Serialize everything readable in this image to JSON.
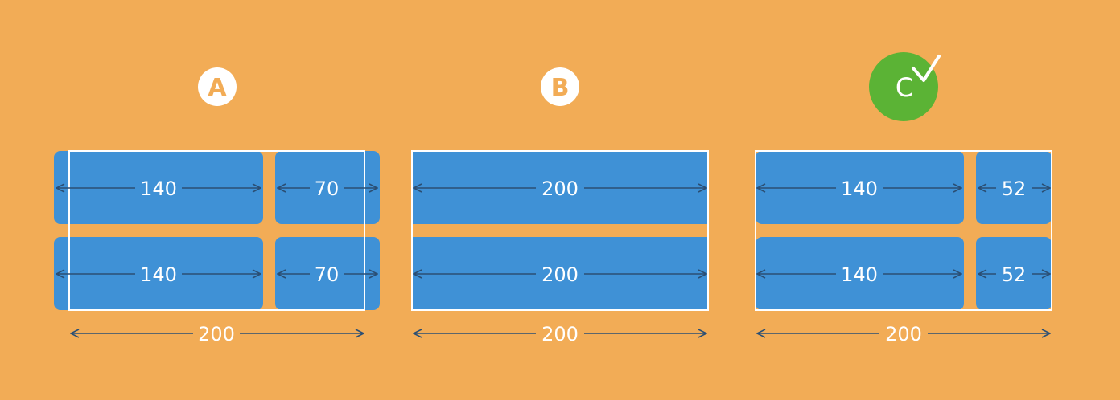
{
  "colors": {
    "background": "#f2ac56",
    "box": "#3f91d6",
    "arrow": "#2b4f74",
    "white": "#ffffff",
    "correct": "#5bb335"
  },
  "options": [
    {
      "letter": "A",
      "correct": false,
      "rows": [
        {
          "left_label": "140",
          "right_label": "70"
        },
        {
          "left_label": "140",
          "right_label": "70"
        }
      ],
      "width_label": "200"
    },
    {
      "letter": "B",
      "correct": false,
      "rows": [
        {
          "left_label": "200"
        },
        {
          "left_label": "200"
        }
      ],
      "width_label": "200"
    },
    {
      "letter": "C",
      "correct": true,
      "checkmark_icon": "checkmark-icon",
      "rows": [
        {
          "left_label": "140",
          "right_label": "52"
        },
        {
          "left_label": "140",
          "right_label": "52"
        }
      ],
      "width_label": "200"
    }
  ]
}
